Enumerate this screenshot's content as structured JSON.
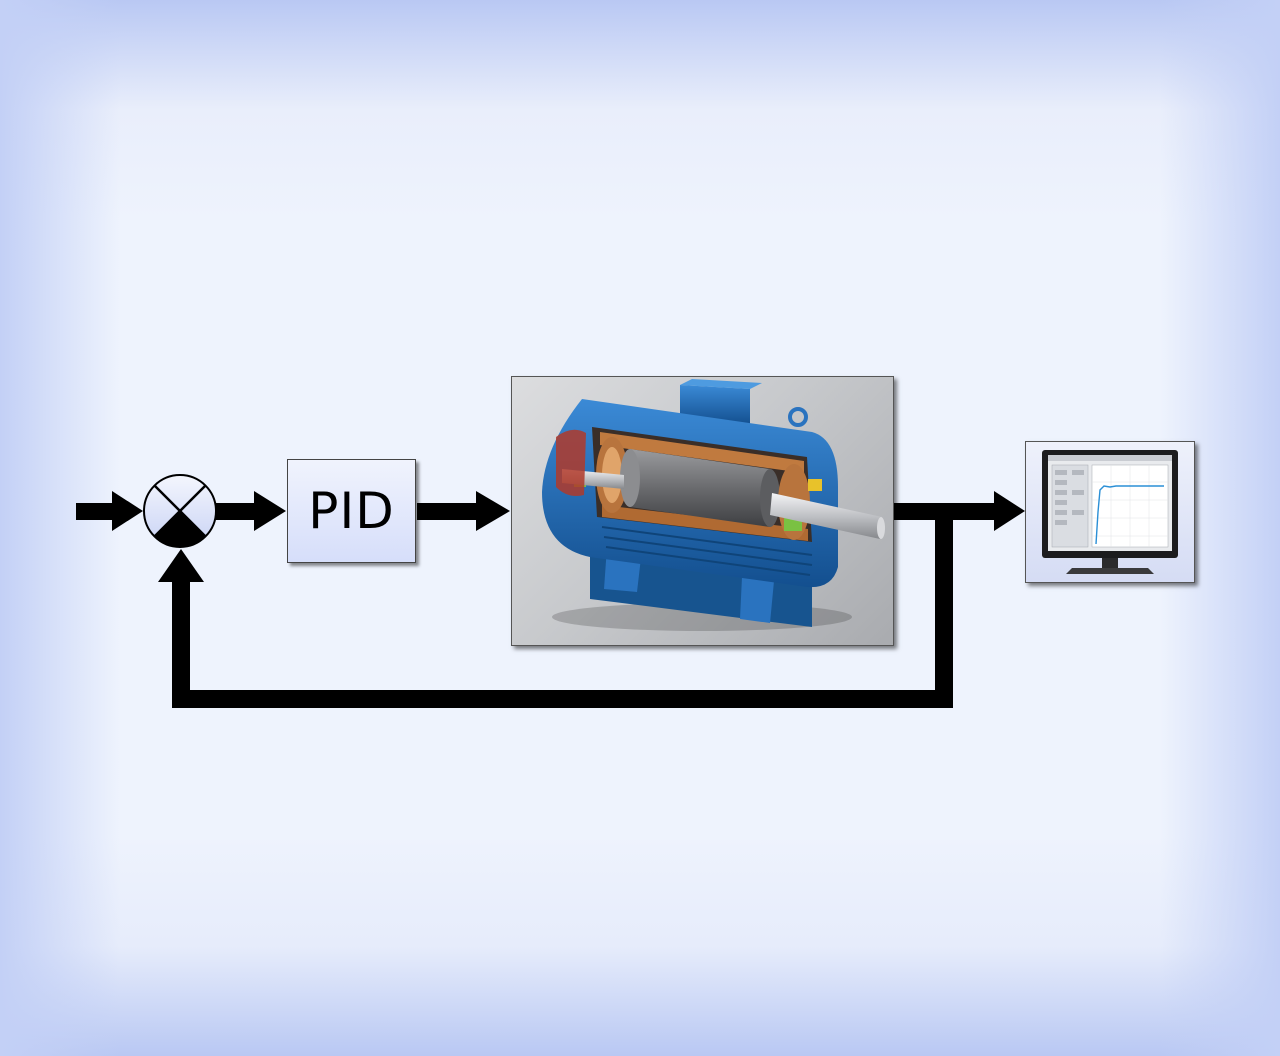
{
  "diagram": {
    "controller": {
      "label": "PID"
    },
    "summing_junction": {
      "symbol": "cross"
    },
    "plant": {
      "depiction": "electric-motor-cutaway"
    },
    "output_display": {
      "depiction": "monitor-with-software-window"
    },
    "colors": {
      "background": "#eef3fd",
      "background_edge": "#b9c8f3",
      "arrow": "#000000",
      "block_fill_top": "#f0f3fd",
      "block_fill_bottom": "#d6defa",
      "motor_blue": "#1e6bb8",
      "rotor_gray": "#6d6e70",
      "copper": "#c07a3f"
    }
  }
}
